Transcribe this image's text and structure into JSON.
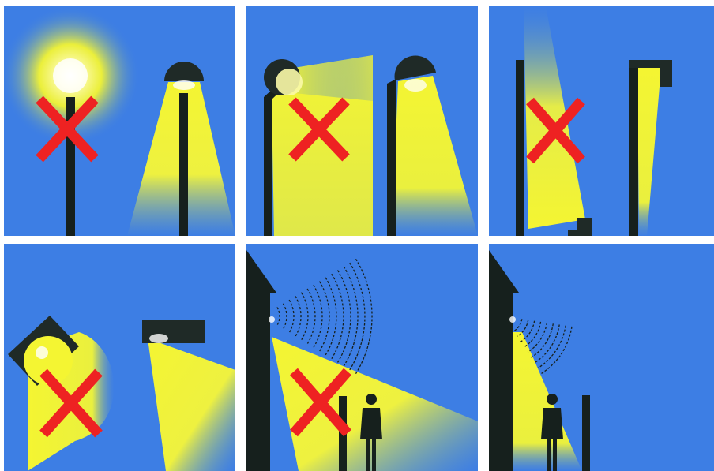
{
  "colors": {
    "sky": "#3d7ee4",
    "light": "#f4f532",
    "fixture": "#1f2a27",
    "pole": "#16201d",
    "bad_mark": "#ee2222",
    "separator": "#ffffff"
  },
  "mark_symbol": "X",
  "panels": [
    {
      "id": "p1",
      "verdict": "bad",
      "icons": [
        "globe-lamp-icon",
        "cutoff-dome-lamp-icon"
      ]
    },
    {
      "id": "p2",
      "verdict": "bad",
      "icons": [
        "tilted-lamp-icon",
        "flat-cutoff-lamp-icon"
      ]
    },
    {
      "id": "p3",
      "verdict": "bad",
      "icons": [
        "uplight-icon",
        "downlight-icon"
      ]
    },
    {
      "id": "p4",
      "verdict": "bad",
      "icons": [
        "tilted-floodlight-icon",
        "flat-floodlight-icon"
      ]
    },
    {
      "id": "p5",
      "verdict": "bad",
      "icons": [
        "wall-light-icon",
        "person-icon",
        "glare-icon"
      ]
    },
    {
      "id": "p6",
      "verdict": "good",
      "icons": [
        "shielded-wall-light-icon",
        "person-icon",
        "glare-icon"
      ]
    }
  ]
}
